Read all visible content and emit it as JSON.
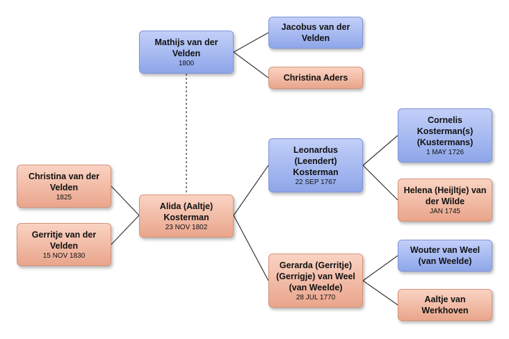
{
  "colors": {
    "male": "#9db2ee",
    "female": "#f0b9a3",
    "connector": "#333333"
  },
  "people": {
    "mathijs": {
      "name": "Mathijs van der Velden",
      "date": "1800",
      "gender": "male"
    },
    "jacobus": {
      "name": "Jacobus van der Velden",
      "date": "",
      "gender": "male"
    },
    "christinaA": {
      "name": "Christina Aders",
      "date": "",
      "gender": "female"
    },
    "christinaV": {
      "name": "Christina van der Velden",
      "date": "1825",
      "gender": "female"
    },
    "gerritje": {
      "name": "Gerritje van der Velden",
      "date": "15 NOV 1830",
      "gender": "female"
    },
    "alida": {
      "name": "Alida (Aaltje) Kosterman",
      "date": "23 NOV 1802",
      "gender": "female"
    },
    "leonardus": {
      "name": "Leonardus (Leendert) Kosterman",
      "date": "22 SEP 1767",
      "gender": "male"
    },
    "gerarda": {
      "name": "Gerarda (Gerritje) (Gerrigje) van Weel (van Weelde)",
      "date": "28 JUL 1770",
      "gender": "female"
    },
    "cornelis": {
      "name": "Cornelis Kosterman(s) (Kustermans)",
      "date": "1 MAY 1726",
      "gender": "male"
    },
    "helena": {
      "name": "Helena (Heijltje) van der Wilde",
      "date": "JAN 1745",
      "gender": "female"
    },
    "wouter": {
      "name": "Wouter van Weel (van Weelde)",
      "date": "",
      "gender": "male"
    },
    "aaltjeW": {
      "name": "Aaltje van Werkhoven",
      "date": "",
      "gender": "female"
    }
  }
}
